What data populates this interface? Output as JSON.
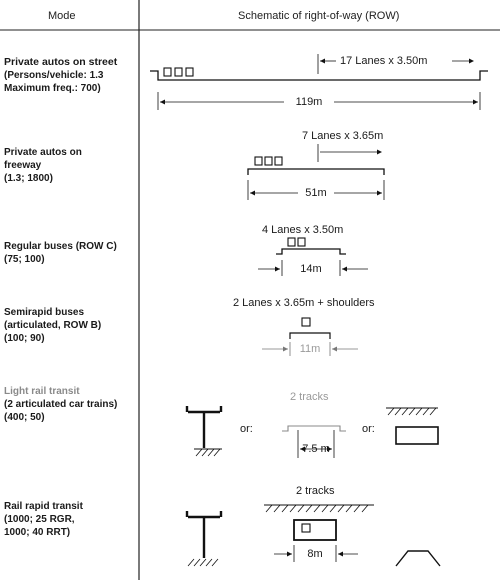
{
  "headers": {
    "mode": "Mode",
    "schematic": "Schematic of right-of-way (ROW)"
  },
  "modes": [
    {
      "name_lines": [
        "Private autos on street"
      ],
      "sub_lines": [
        "(Persons/vehicle: 1.3",
        "Maximum freq.: 700)"
      ],
      "dims": [
        "17 Lanes x 3.50m",
        "119m"
      ]
    },
    {
      "name_lines": [
        "Private autos on",
        "freeway"
      ],
      "sub_lines": [
        "(1.3; 1800)"
      ],
      "dims": [
        "7 Lanes x 3.65m",
        "51m"
      ]
    },
    {
      "name_lines": [
        "Regular buses (ROW C)"
      ],
      "sub_lines": [
        "(75; 100)"
      ],
      "dims": [
        "4 Lanes x 3.50m",
        "14m"
      ]
    },
    {
      "name_lines": [
        "Semirapid buses"
      ],
      "sub_lines": [
        "(articulated, ROW B)",
        "(100; 90)"
      ],
      "dims": [
        "2 Lanes x 3.65m + shoulders",
        "11m"
      ]
    },
    {
      "name_lines": [
        "Light rail transit"
      ],
      "sub_lines": [
        "(2 articulated car trains)",
        "(400; 50)"
      ],
      "dims": [
        "2 tracks",
        "7.5 m",
        "or:",
        "or:"
      ],
      "faded": true
    },
    {
      "name_lines": [
        "Rail rapid transit"
      ],
      "sub_lines": [
        "(1000; 25 RGR,",
        "1000; 40 RRT)"
      ],
      "dims": [
        "2 tracks",
        "8m"
      ]
    }
  ]
}
